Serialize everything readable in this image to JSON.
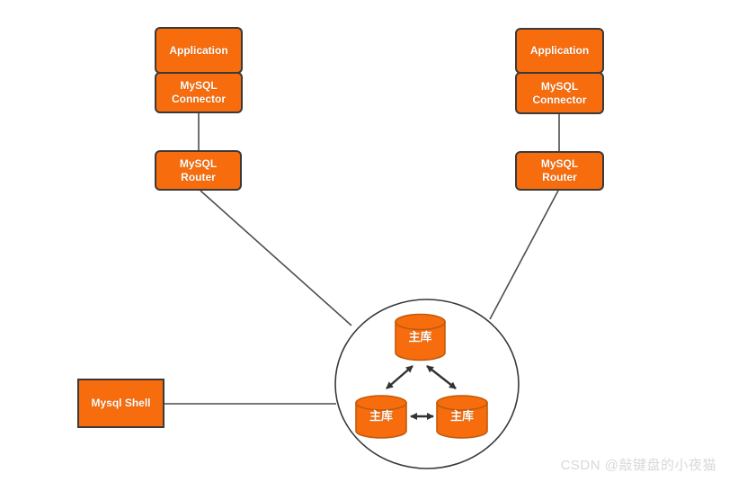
{
  "nodes": {
    "app_left": "Application",
    "connector_left": "MySQL\nConnector",
    "router_left": "MySQL\nRouter",
    "app_right": "Application",
    "connector_right": "MySQL\nConnector",
    "router_right": "MySQL\nRouter",
    "shell": "Mysql Shell",
    "db_top": "主库",
    "db_bottom_left": "主库",
    "db_bottom_right": "主库"
  },
  "watermark": "CSDN @敲键盘的小夜猫",
  "colors": {
    "node_fill": "#F76C0C",
    "node_border": "#3A3A3A",
    "cylinder_stroke": "#BF5B0D",
    "edge_line": "#4D4D4D",
    "arrow": "#333333",
    "cluster_circle_stroke": "#33393E",
    "label_text": "#FFFFFF",
    "watermark_text": "#D8D8D8"
  }
}
